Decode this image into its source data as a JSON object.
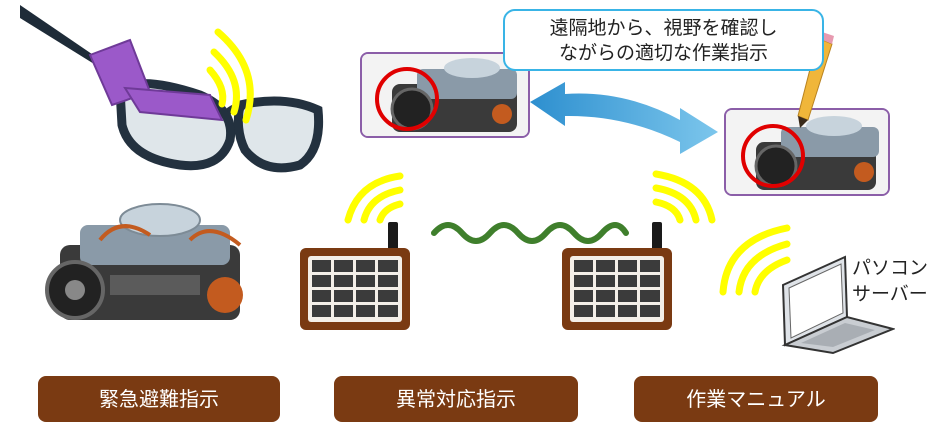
{
  "callout": {
    "line1": "遠隔地から、視野を確認し",
    "line2": "ながらの適切な作業指示"
  },
  "pc": {
    "line1": "パソコン",
    "line2": "サーバー"
  },
  "labels": [
    {
      "text": "緊急避難指示"
    },
    {
      "text": "異常対応指示"
    },
    {
      "text": "作業マニュアル"
    }
  ],
  "colors": {
    "label_bg": "#7a3a12",
    "callout_border": "#39b4e6",
    "wifi": "#ffff00",
    "wave": "#3f7f2c",
    "arrow": "#3aa6d6",
    "frame": "#8b5ea8",
    "circle": "#e00000",
    "glasses_module": "#9b59c9"
  },
  "icons": [
    "smart-glasses-icon",
    "engine-image",
    "wifi-icon",
    "transmitter-icon",
    "laptop-icon",
    "pencil-icon"
  ]
}
